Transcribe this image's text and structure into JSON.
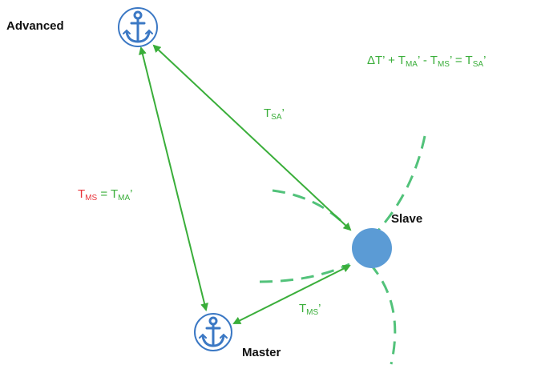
{
  "nodes": {
    "advanced": {
      "label": "Advanced",
      "icon": "anchor-icon"
    },
    "master": {
      "label": "Master",
      "icon": "anchor-icon"
    },
    "slave": {
      "label": "Slave",
      "icon": "circle-node"
    }
  },
  "labels": {
    "equation": {
      "delta": "ΔT’ + T",
      "sub1": "MA",
      "mid1": "’ - T",
      "sub2": "MS",
      "mid2": "’ = T",
      "sub3": "SA",
      "end": "’"
    },
    "tsa": {
      "t": "T",
      "sub": "SA",
      "prime": "’"
    },
    "tms_eq": {
      "t1": "T",
      "sub1": "MS",
      "eq": " = T",
      "sub2": "MA",
      "prime": "’"
    },
    "tms": {
      "t": "T",
      "sub": "MS",
      "prime": "’"
    }
  },
  "colors": {
    "green": "#3aae3a",
    "red": "#e8333a",
    "dashed_green": "#52c27a",
    "slave_fill": "#5b9bd5",
    "anchor_blue": "#3b78c4"
  }
}
